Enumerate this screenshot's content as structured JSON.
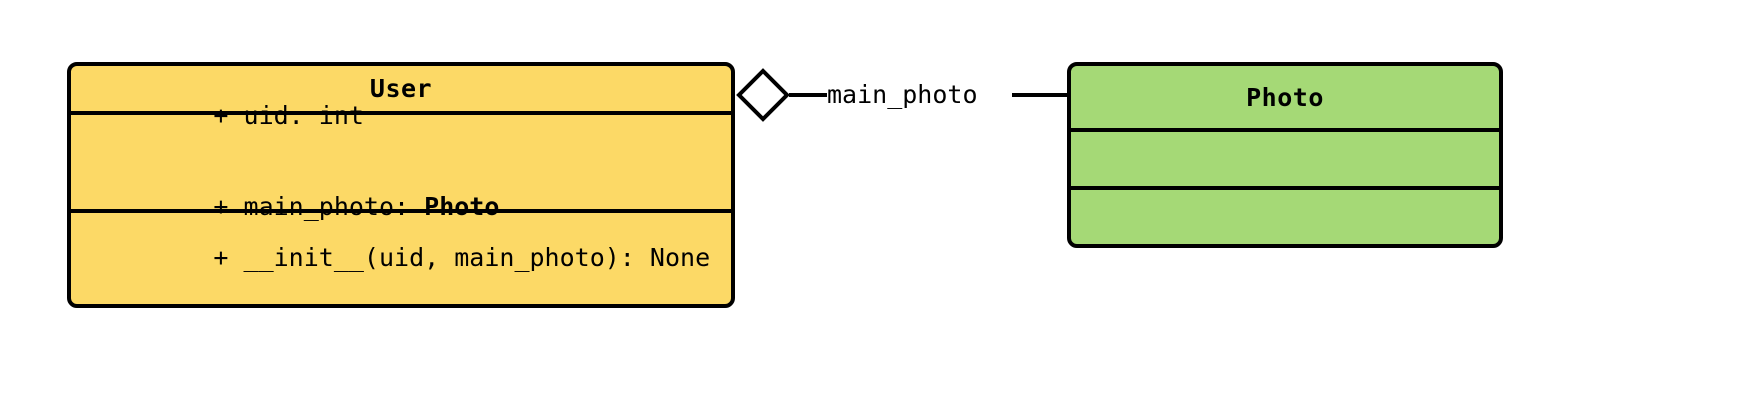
{
  "diagram": {
    "type": "uml-class-diagram",
    "background_color": "#ffffff",
    "stroke_color": "#000000",
    "classes": [
      {
        "id": "user",
        "name": "User",
        "fill_color": "#FCD966",
        "attributes": [
          {
            "visibility": "+",
            "text": "+ uid: int",
            "bold_part": ""
          },
          {
            "visibility": "+",
            "text": "+ main_photo: ",
            "bold_part": "Photo"
          }
        ],
        "operations": [
          {
            "visibility": "+",
            "text": "+ __init__(uid, main_photo): None"
          }
        ]
      },
      {
        "id": "photo",
        "name": "Photo",
        "fill_color": "#A5D976",
        "attributes": [],
        "operations": []
      }
    ],
    "relationships": [
      {
        "id": "user-photo-aggregation",
        "kind": "aggregation",
        "diamond_fill": "#ffffff",
        "source": "User",
        "target": "Photo",
        "label": "main_photo"
      }
    ]
  }
}
